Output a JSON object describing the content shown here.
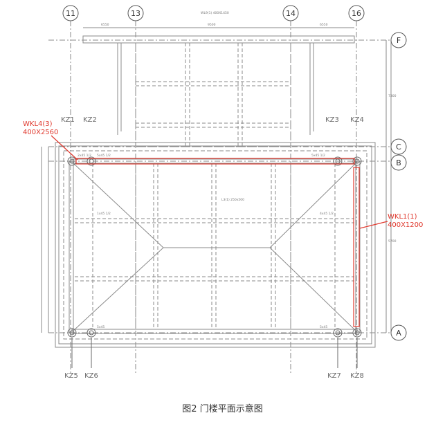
{
  "axes_top": [
    "11",
    "13",
    "14",
    "16"
  ],
  "axes_right": [
    "F",
    "C",
    "B",
    "A"
  ],
  "columns_top": [
    "KZ1",
    "KZ2",
    "KZ3",
    "KZ4"
  ],
  "columns_bottom": [
    "KZ5",
    "KZ6",
    "KZ7",
    "KZ8"
  ],
  "annotations": {
    "wkl4_name": "WKL4(3)",
    "wkl4_size": "400X2560",
    "wkl1_name": "WKL1(1)",
    "wkl1_size": "400X1200"
  },
  "dims_top": [
    "6550",
    "9500",
    "6550"
  ],
  "dims_right": [
    "7300",
    "5700"
  ],
  "small_labels": {
    "top_beam": "WL9(1) 400X1450",
    "b_left": "2x45 1/2",
    "b_mid": "5x45 1/2",
    "b_right": "5x45 1/2",
    "a_left": "5x45",
    "a_right": "5x45",
    "mid_left": "1x45 1/2",
    "mid_right": "4x45 1/2",
    "center_beam": "L3(1) 250x500"
  },
  "colors": {
    "line": "#7a7a7a",
    "red": "#e03a2f"
  },
  "caption": "图2 门楼平面示意图"
}
